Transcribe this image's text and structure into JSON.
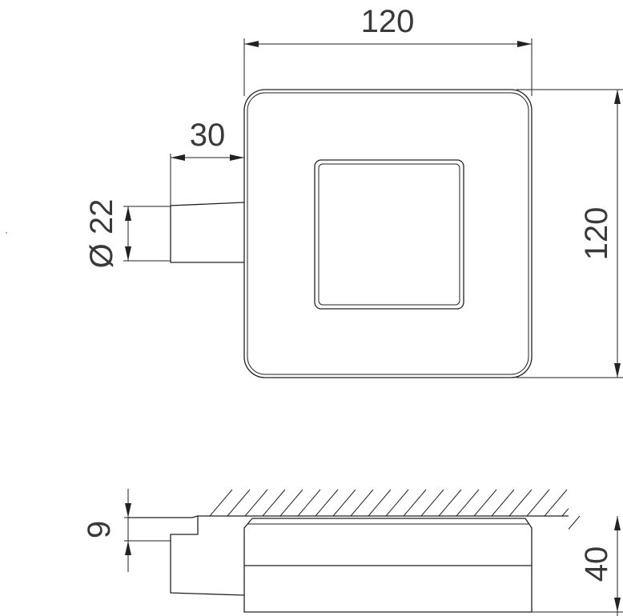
{
  "drawing": {
    "top_view": {
      "width_label": "120",
      "height_label": "120",
      "pipe_length_label": "30",
      "pipe_diameter_label": "Ø 22"
    },
    "side_view": {
      "offset_label": "9",
      "depth_label": "40"
    }
  }
}
